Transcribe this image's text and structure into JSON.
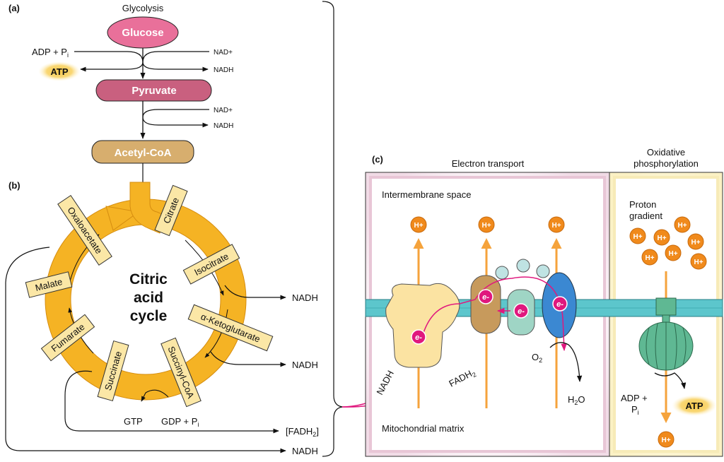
{
  "panels": {
    "a": {
      "label": "(a)",
      "title": "Glycolysis",
      "glucose": "Glucose",
      "pyruvate": "Pyruvate",
      "acetyl_coa": "Acetyl-CoA",
      "adp_pi": "ADP + Pi",
      "atp": "ATP",
      "nad_plus_1": "NAD+",
      "nadh_1": "NADH",
      "nad_plus_2": "NAD+",
      "nadh_2": "NADH"
    },
    "b": {
      "label": "(b)",
      "cycle_title_1": "Citric",
      "cycle_title_2": "acid",
      "cycle_title_3": "cycle",
      "steps": [
        "Citrate",
        "Isocitrate",
        "α-Ketoglutarate",
        "Succinyl-CoA",
        "Succinate",
        "Fumarate",
        "Malate",
        "Oxaloacetate"
      ],
      "nadh_outputs": [
        "NADH",
        "NADH",
        "NADH"
      ],
      "fadh2": "[FADH2]",
      "gtp": "GTP",
      "gdp_pi": "GDP + Pi"
    },
    "c": {
      "label": "(c)",
      "electron_transport_title": "Electron transport",
      "oxphos_title_1": "Oxidative",
      "oxphos_title_2": "phosphorylation",
      "intermembrane_space": "Intermembrane space",
      "mitochondrial_matrix": "Mitochondrial matrix",
      "proton_gradient_1": "Proton",
      "proton_gradient_2": "gradient",
      "h_plus": "H+",
      "e_minus": "e-",
      "nadh": "NADH",
      "fadh2": "FADH2",
      "o2": "O2",
      "h2o": "H2O",
      "adp_plus": "ADP +",
      "pi": "Pi",
      "atp": "ATP"
    }
  },
  "colors": {
    "glucose": "#e9709a",
    "pyruvate": "#c9607f",
    "acetyl_coa": "#d7ae6e",
    "cycle_arrow": "#f5b324",
    "step_box": "#fbe7a6",
    "atp_glow": "#f7c84a",
    "proton": "#f08a1c",
    "electron": "#e0187e",
    "membrane": "#5cc6cc",
    "matrix_border": "#c88aa8",
    "oxphos_bg": "#fbf6d6",
    "complex_blue": "#3b88d2",
    "complex_teal": "#9fd5c5",
    "complex_brown": "#c79a5c",
    "complex_yellow": "#fbe3a2",
    "atp_synthase": "#5fb893"
  }
}
